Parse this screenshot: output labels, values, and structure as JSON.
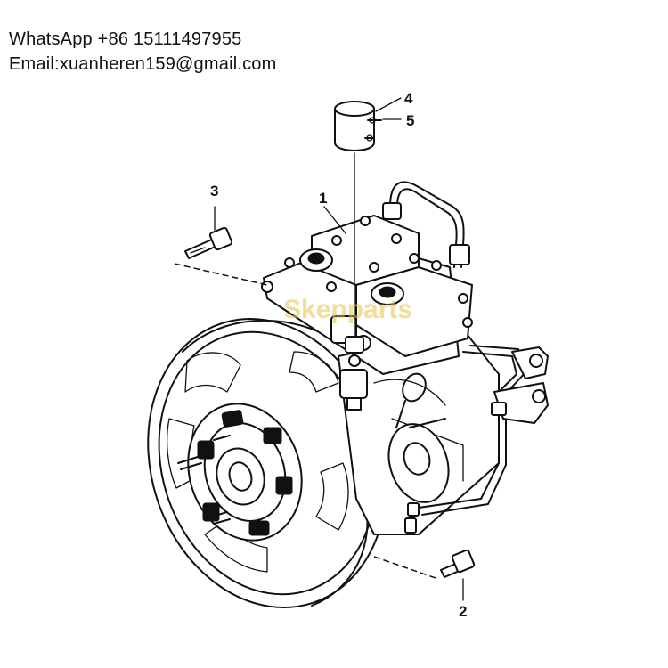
{
  "contact": {
    "whatsapp": "WhatsApp +86 15111497955",
    "email": "Email:xuanheren159@gmail.com"
  },
  "watermark": "Skepparts",
  "callouts": {
    "c1": "1",
    "c2": "2",
    "c3": "3",
    "c4": "4",
    "c5": "5"
  }
}
